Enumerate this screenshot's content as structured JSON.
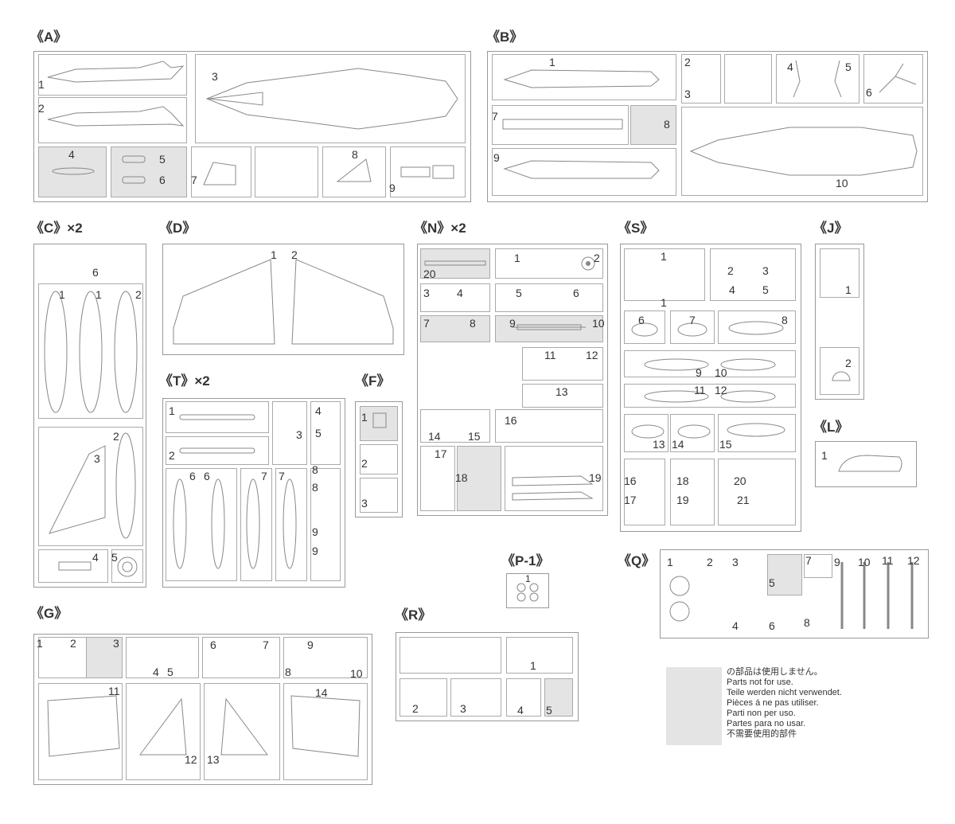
{
  "sprues": {
    "A": {
      "label": "《A》"
    },
    "B": {
      "label": "《B》"
    },
    "C": {
      "label": "《C》×2"
    },
    "D": {
      "label": "《D》"
    },
    "N": {
      "label": "《N》×2"
    },
    "S": {
      "label": "《S》"
    },
    "J": {
      "label": "《J》"
    },
    "T": {
      "label": "《T》×2"
    },
    "F": {
      "label": "《F》"
    },
    "L": {
      "label": "《L》"
    },
    "P1": {
      "label": "《P-1》"
    },
    "Q": {
      "label": "《Q》"
    },
    "G": {
      "label": "《G》"
    },
    "R": {
      "label": "《R》"
    }
  },
  "part_numbers": {
    "A": [
      "1",
      "2",
      "3",
      "4",
      "5",
      "6",
      "7",
      "8",
      "9"
    ],
    "B": [
      "1",
      "2",
      "3",
      "4",
      "5",
      "6",
      "7",
      "8",
      "9",
      "10"
    ],
    "C": [
      "6",
      "1",
      "1",
      "2",
      "2",
      "3",
      "4",
      "5"
    ],
    "D": [
      "1",
      "2"
    ],
    "N": [
      "1",
      "2",
      "20",
      "3",
      "4",
      "5",
      "6",
      "7",
      "8",
      "9",
      "10",
      "11",
      "12",
      "13",
      "14",
      "15",
      "16",
      "17",
      "18",
      "19"
    ],
    "S": [
      "1",
      "1",
      "2",
      "3",
      "4",
      "5",
      "6",
      "7",
      "8",
      "9",
      "10",
      "11",
      "12",
      "13",
      "14",
      "15",
      "16",
      "17",
      "18",
      "19",
      "20",
      "21"
    ],
    "J": [
      "1",
      "2"
    ],
    "T": [
      "1",
      "2",
      "3",
      "4",
      "5",
      "6",
      "6",
      "7",
      "7",
      "8",
      "8",
      "9",
      "9"
    ],
    "F": [
      "1",
      "2",
      "3"
    ],
    "L": [
      "1"
    ],
    "P1": [
      "1"
    ],
    "Q": [
      "1",
      "2",
      "3",
      "4",
      "5",
      "6",
      "7",
      "8",
      "9",
      "10",
      "11",
      "12"
    ],
    "G": [
      "1",
      "2",
      "3",
      "4",
      "5",
      "6",
      "7",
      "8",
      "9",
      "10",
      "11",
      "12",
      "13",
      "14"
    ],
    "R": [
      "1",
      "2",
      "3",
      "4",
      "5"
    ]
  },
  "legend": {
    "lines": [
      "の部品は使用しません。",
      "Parts not for use.",
      "Teile werden nicht verwendet.",
      "Pièces á ne pas utiliser.",
      "Parti non per uso.",
      "Partes para no usar.",
      "不需要使用的部件"
    ]
  },
  "colors": {
    "unused_parts": "#e4e4e4",
    "line": "#999999"
  }
}
